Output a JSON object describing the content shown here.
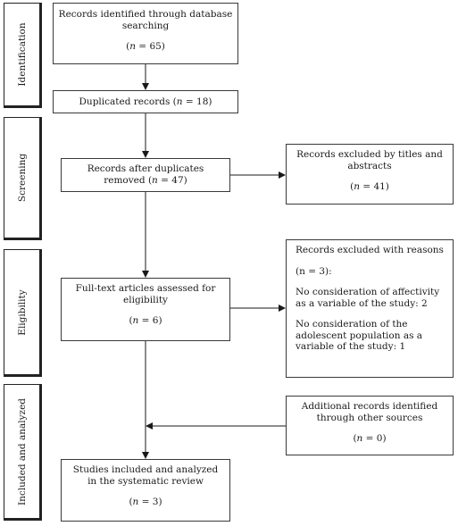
{
  "stages": [
    {
      "id": "identification",
      "label": "Identification"
    },
    {
      "id": "screening",
      "label": "Screening"
    },
    {
      "id": "eligibility",
      "label": "Eligibility"
    },
    {
      "id": "included",
      "label": "Included and analyzed"
    }
  ],
  "boxes": {
    "identified": {
      "line1": "Records identified through database",
      "line2": "searching",
      "n_open": "(",
      "n_var": "n",
      "n_rest": " = 65)"
    },
    "duplicated": {
      "pre": "Duplicated records (",
      "n_var": "n",
      "post": " = 18)"
    },
    "after_duplicates": {
      "line1": "Records after duplicates",
      "line2_pre": "removed (",
      "n_var": "n",
      "line2_post": " = 47)"
    },
    "excluded_titles": {
      "line1": "Records excluded by titles and",
      "line2": "abstracts",
      "n_open": "(",
      "n_var": "n",
      "n_rest": " = 41)"
    },
    "full_text": {
      "line1": "Full-text articles assessed for",
      "line2": "eligibility",
      "n_open": "(",
      "n_var": "n",
      "n_rest": " = 6)"
    },
    "excluded_reasons": {
      "title": "Records excluded with reasons",
      "count": "(n = 3):",
      "reason1": "No consideration of affectivity as a variable of the study: 2",
      "reason2": "No consideration of the adolescent population as a variable of the study: 1"
    },
    "additional": {
      "line1": "Additional records identified",
      "line2": "through other sources",
      "n_open": "(",
      "n_var": "n",
      "n_rest": " = 0)"
    },
    "included": {
      "line1": "Studies included and analyzed",
      "line2": "in the systematic review",
      "n_open": "(",
      "n_var": "n",
      "n_rest": " = 3)"
    }
  }
}
